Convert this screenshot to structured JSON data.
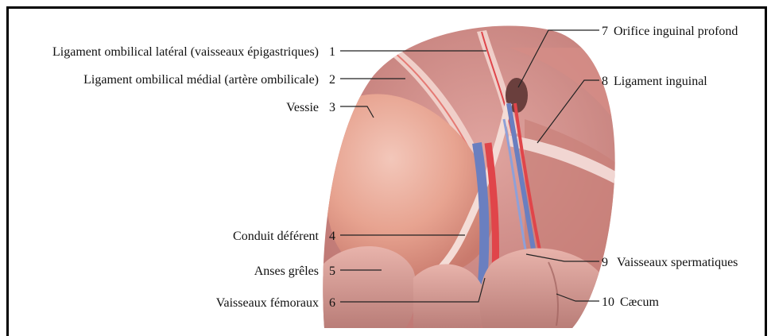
{
  "labels_left": [
    {
      "num": "1",
      "text": "Ligament ombilical latéral (vaisseaux épigastriques)"
    },
    {
      "num": "2",
      "text": "Ligament ombilical médial (artère ombilicale)"
    },
    {
      "num": "3",
      "text": "Vessie"
    },
    {
      "num": "4",
      "text": "Conduit déférent"
    },
    {
      "num": "5",
      "text": "Anses grêles"
    },
    {
      "num": "6",
      "text": "Vaisseaux fémoraux"
    }
  ],
  "labels_right": [
    {
      "num": "7",
      "text": "Orifice inguinal profond"
    },
    {
      "num": "8",
      "text": "Ligament inguinal"
    },
    {
      "num": "9",
      "text": "Vaisseaux spermatiques"
    },
    {
      "num": "10",
      "text": "Cæcum"
    }
  ],
  "colors": {
    "tissue": "#d9948e",
    "bladder": "#e8a99a",
    "artery": "#e0454a",
    "vein": "#6a7fc0",
    "ligament": "#f1d6d2"
  }
}
